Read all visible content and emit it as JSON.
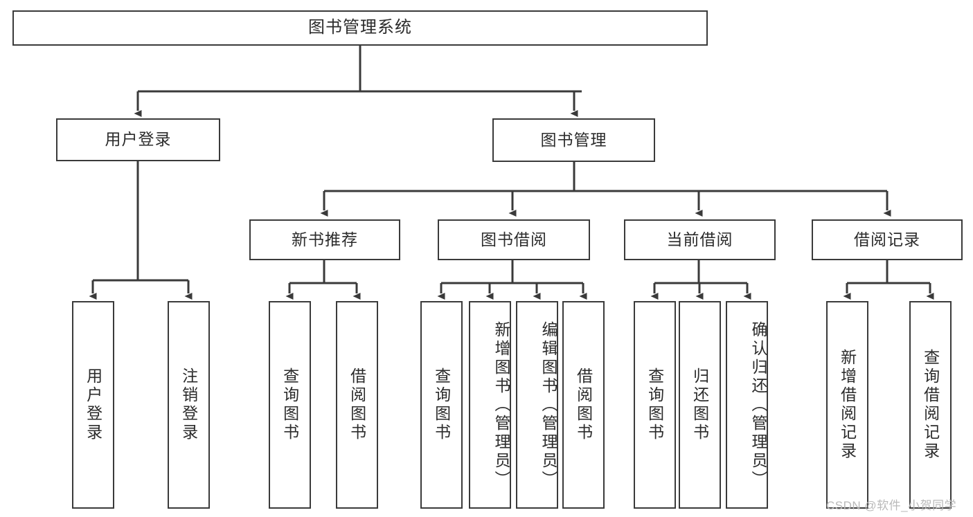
{
  "diagram": {
    "title": "图书管理系统",
    "type": "tree-hierarchy-chart",
    "watermark": "CSDN @软件_小贺同学",
    "colors": {
      "box_border": "#3a3a3a",
      "box_fill": "#ffffff",
      "text": "#2b2b2b",
      "edge": "#3a3a3a",
      "watermark": "#b9b9b9",
      "background": "#ffffff"
    },
    "nodes": {
      "root": {
        "label": "图书管理系统"
      },
      "level2": [
        {
          "id": "user-login",
          "label": "用户登录"
        },
        {
          "id": "book-manage",
          "label": "图书管理"
        }
      ],
      "level3": [
        {
          "id": "new-book-recommend",
          "label": "新书推荐"
        },
        {
          "id": "book-borrow",
          "label": "图书借阅"
        },
        {
          "id": "current-borrow",
          "label": "当前借阅"
        },
        {
          "id": "borrow-record",
          "label": "借阅记录"
        }
      ],
      "leaves": {
        "user_login": [
          {
            "id": "leaf-user-login",
            "label": "用户登录"
          },
          {
            "id": "leaf-logout-login",
            "label": "注销登录"
          }
        ],
        "new_book_recommend": [
          {
            "id": "leaf-query-book-1",
            "label": "查询图书"
          },
          {
            "id": "leaf-borrow-book-1",
            "label": "借阅图书"
          }
        ],
        "book_borrow": [
          {
            "id": "leaf-query-book-2",
            "label": "查询图书"
          },
          {
            "id": "leaf-add-book-admin",
            "label": "新增图书（管理员）"
          },
          {
            "id": "leaf-edit-book-admin",
            "label": "编辑图书（管理员）"
          },
          {
            "id": "leaf-borrow-book-2",
            "label": "借阅图书"
          }
        ],
        "current_borrow": [
          {
            "id": "leaf-query-book-3",
            "label": "查询图书"
          },
          {
            "id": "leaf-return-book",
            "label": "归还图书"
          },
          {
            "id": "leaf-confirm-return-admin",
            "label": "确认归还（管理员）"
          }
        ],
        "borrow_record": [
          {
            "id": "leaf-add-borrow-record",
            "label": "新增借阅记录"
          },
          {
            "id": "leaf-query-borrow-record",
            "label": "查询借阅记录"
          }
        ]
      }
    }
  }
}
